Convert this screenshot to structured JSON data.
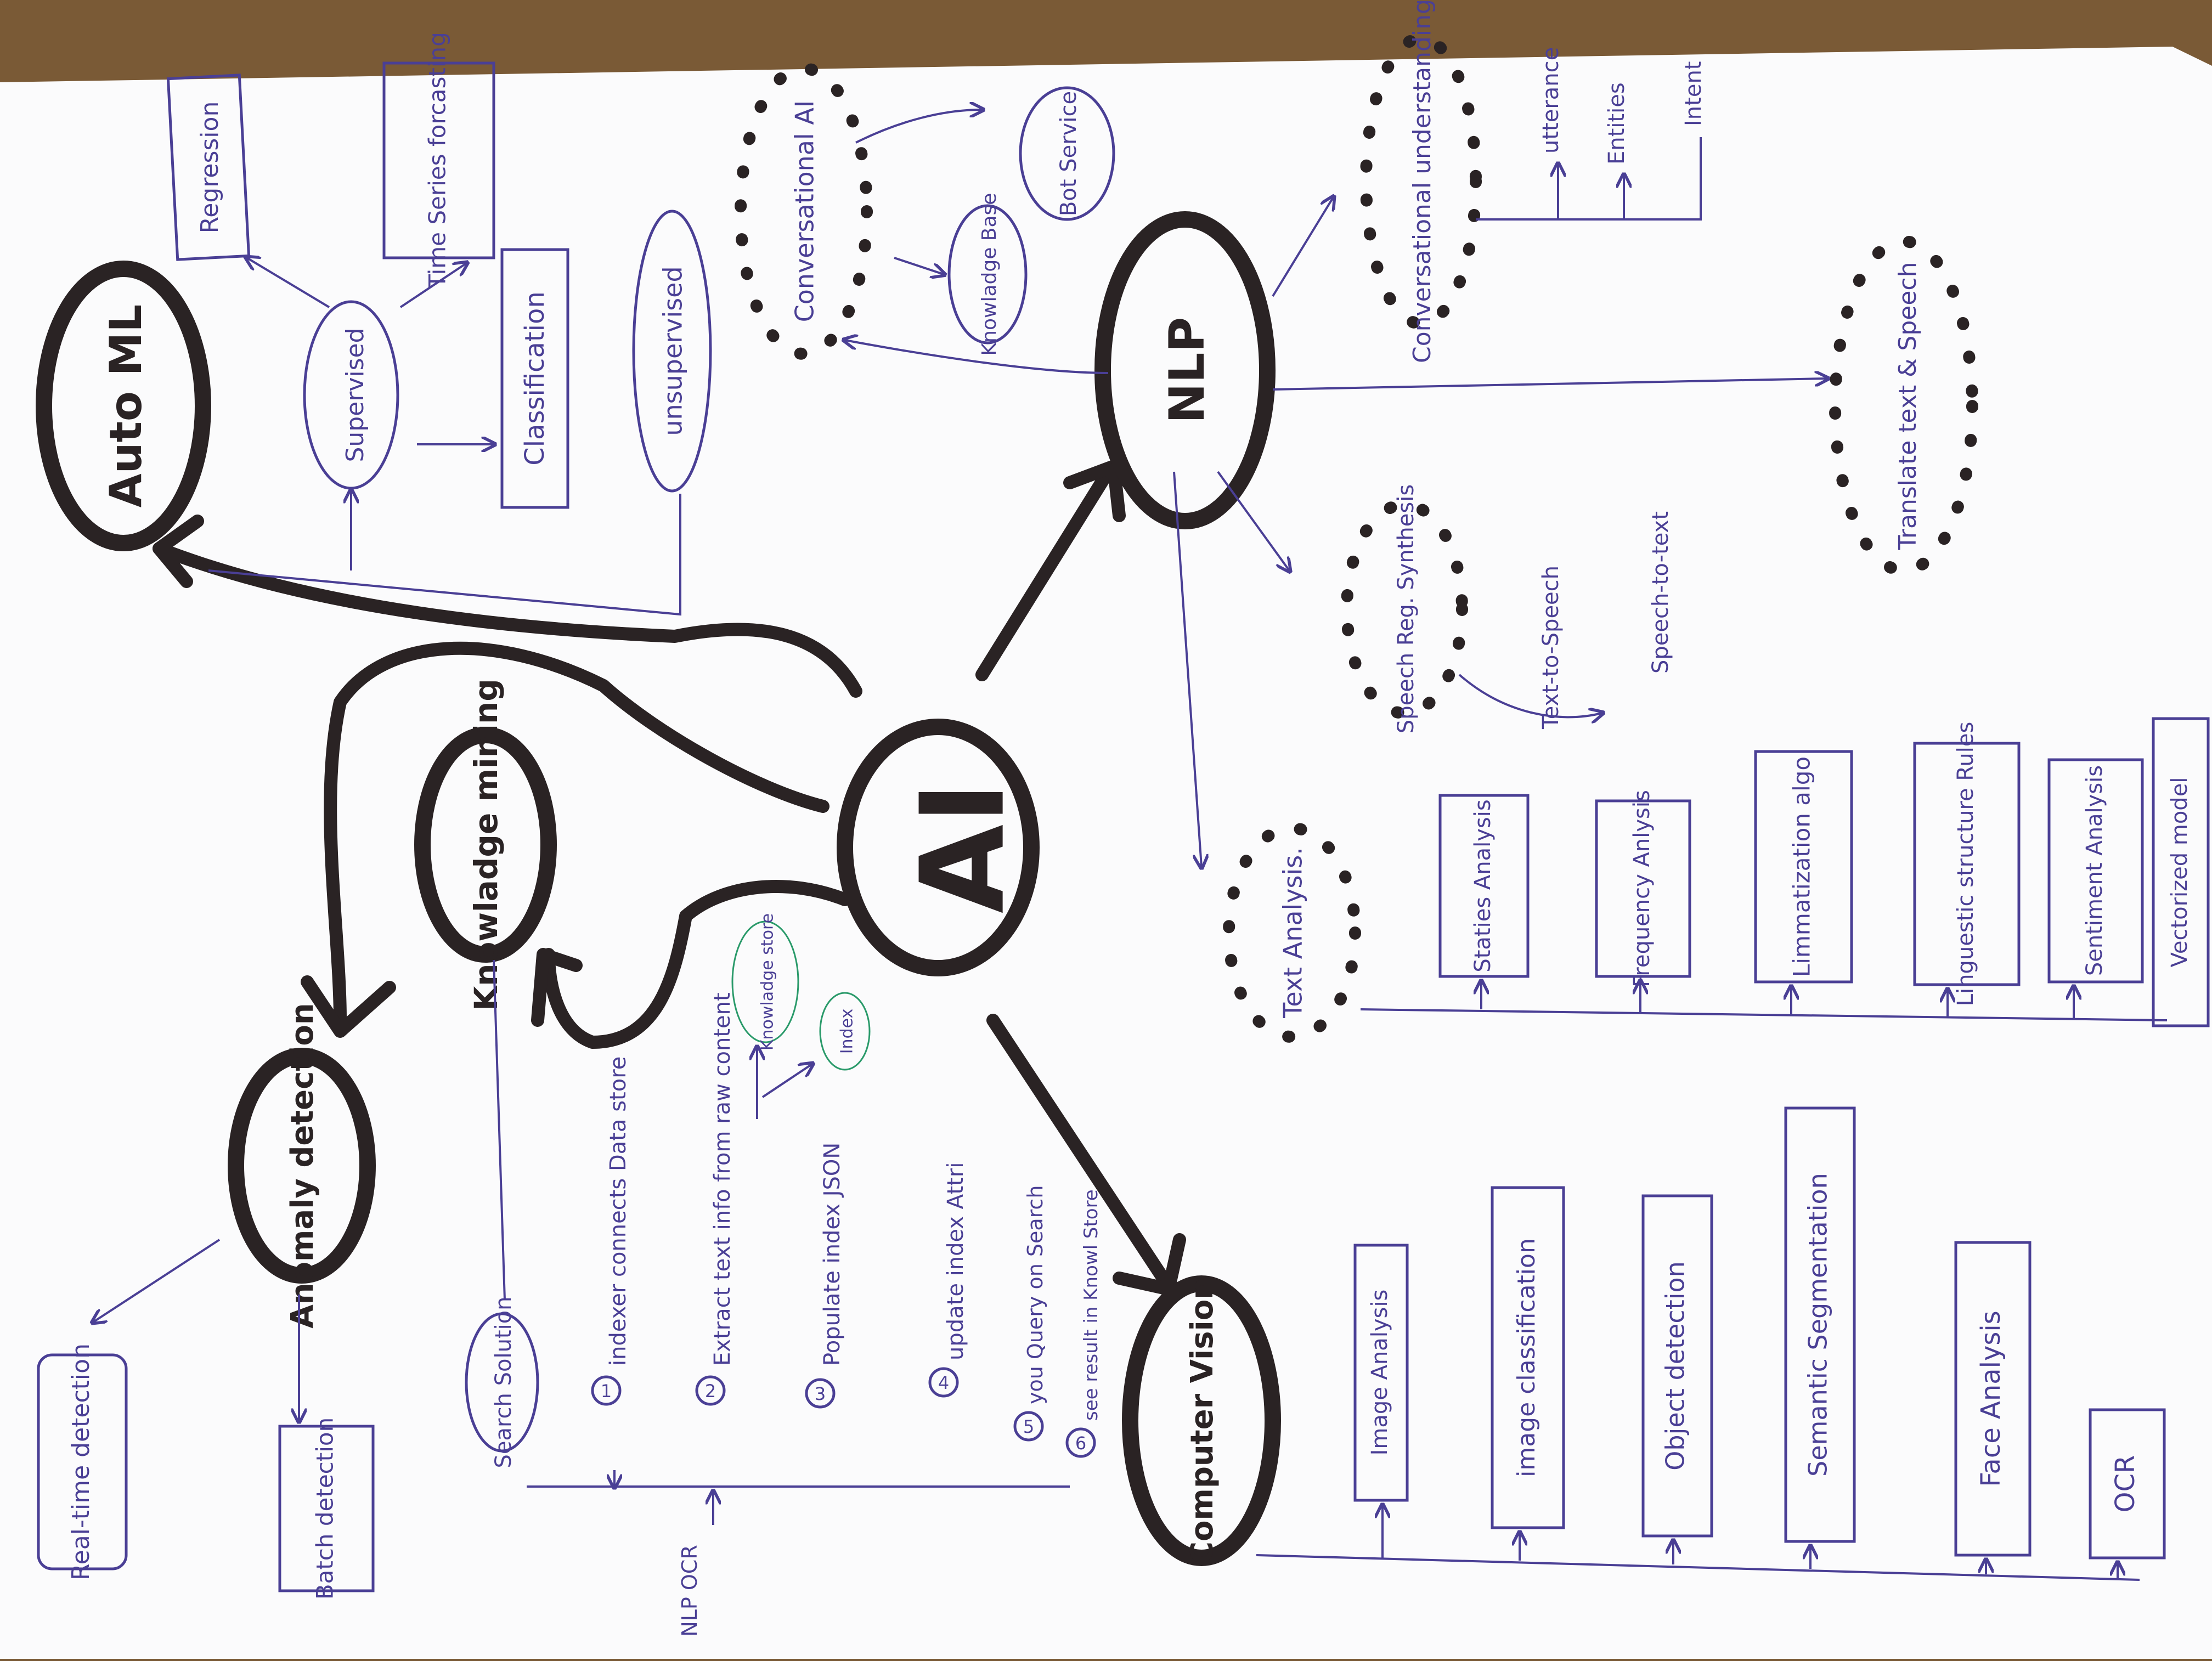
{
  "center": {
    "label": "AI"
  },
  "branches": {
    "automl": {
      "label": "Auto ML",
      "supervised": "Supervised",
      "unsupervised": "unsupervised",
      "regression": "Regression",
      "time_series": "Time Series forcasting",
      "classification": "Classification"
    },
    "anomaly": {
      "label": "Anomaly detection",
      "realtime": "Real-time detection",
      "batch": "Batch detection"
    },
    "knowledge_mining": {
      "label": "Knowladge mining",
      "search_solution": "Search Solution",
      "steps": [
        "indexer connects Data store",
        "Extract text info from raw content",
        "Populate index JSON",
        "update index Attri",
        "you Query on Search",
        "see result in Knowl Store"
      ],
      "step_numbers": [
        "1",
        "2",
        "3",
        "4",
        "5",
        "6"
      ],
      "knowledge_store": "Knowladge store",
      "index": "Index",
      "side_label": "NLP OCR"
    },
    "nlp": {
      "label": "NLP",
      "conversational_ai": "Conversational AI",
      "knowledge_base": "Knowladge Base",
      "bot_service": "Bot Service",
      "conv_understanding": "Conversational understanding",
      "utterance": "utterance",
      "entities": "Entities",
      "intent": "Intent",
      "translate": "Translate text & Speech",
      "speech": "Speech Reg. Synthesis",
      "text_to_speech": "Text-to-Speech",
      "speech_to_text": "Speech-to-text",
      "text_analysis": "Text Analysis.",
      "analysis_items": [
        "Staties Analysis",
        "Frequency Anlysis",
        "Limmatization algo",
        "Linguestic structure Rules",
        "Sentiment Analysis",
        "Vectorized model"
      ]
    },
    "vision": {
      "label": "Computer Vision",
      "items": [
        "Image Analysis",
        "image classification",
        "Object detection",
        "Semantic Segmentation",
        "Face Analysis",
        "OCR"
      ]
    }
  },
  "colors": {
    "ink": "#2a2324",
    "pen": "#4a3f95",
    "paper": "#fbfbfc",
    "table": "#7a5a36",
    "green": "#2a9a6a"
  }
}
